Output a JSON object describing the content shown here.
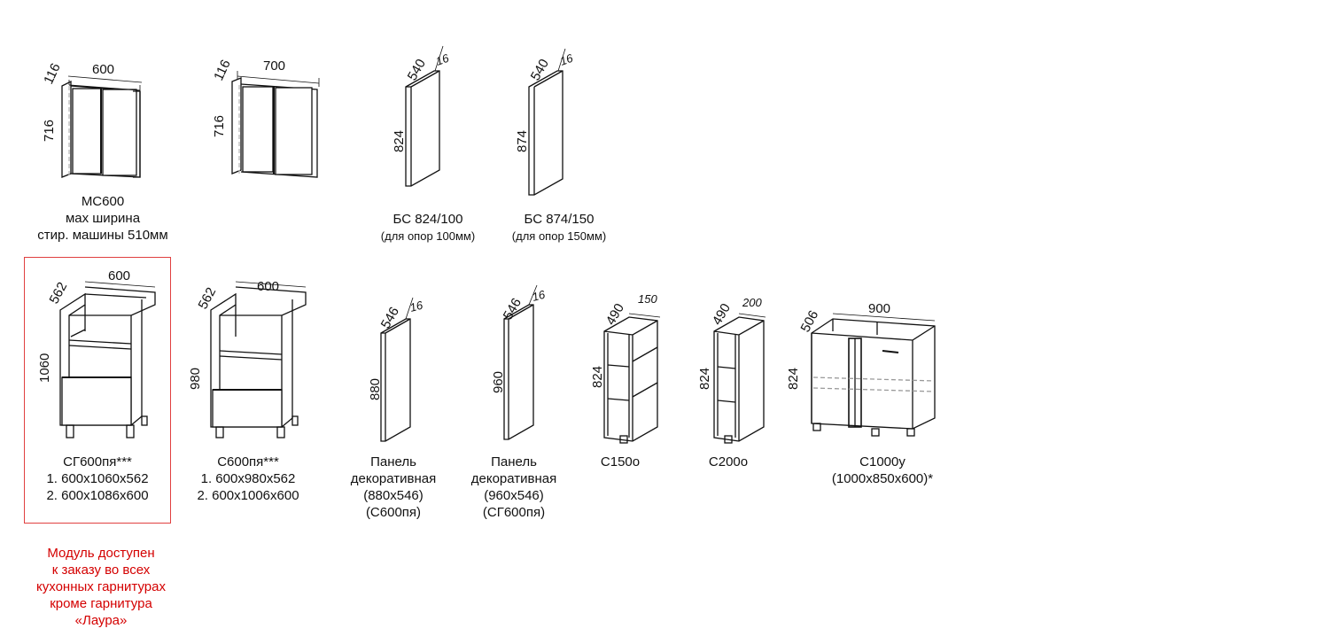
{
  "colors": {
    "line": "#111111",
    "panel_edge": "#888888",
    "highlight_frame": "#e04040",
    "notice_text": "#d40000"
  },
  "items": {
    "mc600": {
      "dims": {
        "width": "600",
        "depth": "116",
        "height": "716"
      },
      "label": {
        "name": "МС600",
        "line2": "мах ширина",
        "line3": "стир. машины 510мм"
      }
    },
    "mc700": {
      "dims": {
        "width": "700",
        "depth": "116",
        "height": "716"
      }
    },
    "bs824": {
      "dims": {
        "depth": "540",
        "thickness": "16",
        "height": "824"
      },
      "label": {
        "name": "БС 824/100",
        "note": "(для опор 100мм)"
      }
    },
    "bs874": {
      "dims": {
        "depth": "540",
        "thickness": "16",
        "height": "874"
      },
      "label": {
        "name": "БС 874/150",
        "note": "(для опор 150мм)"
      }
    },
    "sg600": {
      "dims": {
        "width": "600",
        "depth": "562",
        "height": "1060"
      },
      "label": {
        "name": "СГ600пя***",
        "v1": "1. 600x1060x562",
        "v2": "2. 600x1086x600"
      }
    },
    "c600": {
      "dims": {
        "width": "600",
        "depth": "562",
        "height": "980"
      },
      "label": {
        "name": "С600пя***",
        "v1": "1. 600x980x562",
        "v2": "2. 600x1006x600"
      }
    },
    "panel880": {
      "dims": {
        "depth": "546",
        "thickness": "16",
        "height": "880"
      },
      "label": {
        "l1": "Панель",
        "l2": "декоративная",
        "l3": "(880x546)",
        "l4": "(С600пя)"
      }
    },
    "panel960": {
      "dims": {
        "depth": "546",
        "thickness": "16",
        "height": "960"
      },
      "label": {
        "l1": "Панель",
        "l2": "декоративная",
        "l3": "(960x546)",
        "l4": "(СГ600пя)"
      }
    },
    "c150": {
      "dims": {
        "depth": "490",
        "width": "150",
        "height": "824"
      },
      "label": {
        "name": "С150о"
      }
    },
    "c200": {
      "dims": {
        "depth": "490",
        "width": "200",
        "height": "824"
      },
      "label": {
        "name": "С200о"
      }
    },
    "c1000": {
      "dims": {
        "width": "900",
        "depth": "506",
        "height": "824"
      },
      "label": {
        "name": "С1000у",
        "note": "(1000x850x600)*"
      }
    }
  },
  "notice": {
    "l1": "Модуль доступен",
    "l2": "к заказу во всех",
    "l3": "кухонных гарнитурах",
    "l4": "кроме гарнитура",
    "l5": "«Лаура»"
  }
}
